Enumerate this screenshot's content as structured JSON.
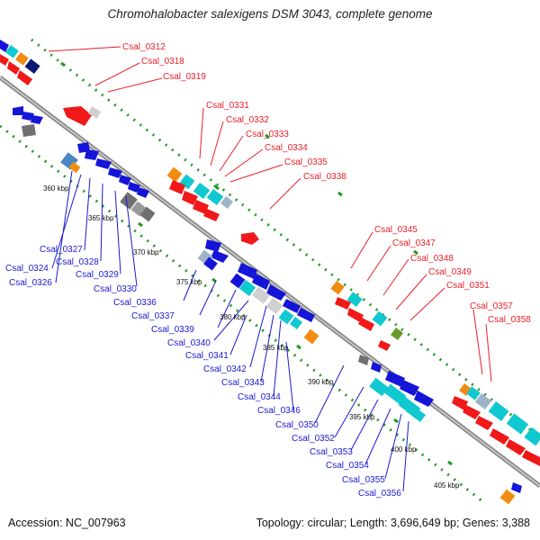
{
  "title": "Chromohalobacter salexigens DSM 3043, complete genome",
  "footer": {
    "accession": "Accession: NC_007963",
    "summary": "Topology: circular; Length: 3,696,649 bp; Genes: 3,388"
  },
  "ticks": [
    "360 kbp",
    "365 kbp",
    "370 kbp",
    "375 kbp",
    "380 kbp",
    "385 kbp",
    "390 kbp",
    "395 kbp",
    "400 kbp",
    "405 kbp"
  ],
  "forward_labels": [
    "Csal_0312",
    "Csal_0318",
    "Csal_0319",
    "Csal_0331",
    "Csal_0332",
    "Csal_0333",
    "Csal_0334",
    "Csal_0335",
    "Csal_0338",
    "Csal_0345",
    "Csal_0347",
    "Csal_0348",
    "Csal_0349",
    "Csal_0351",
    "Csal_0357",
    "Csal_0358"
  ],
  "reverse_labels": [
    "Csal_0327",
    "Csal_0328",
    "Csal_0324",
    "Csal_0329",
    "Csal_0326",
    "Csal_0330",
    "Csal_0336",
    "Csal_0337",
    "Csal_0339",
    "Csal_0340",
    "Csal_0341",
    "Csal_0342",
    "Csal_0343",
    "Csal_0344",
    "Csal_0346",
    "Csal_0350",
    "Csal_0352",
    "Csal_0353",
    "Csal_0354",
    "Csal_0355",
    "Csal_0356"
  ],
  "colors": {
    "forward_label": "#e8202a",
    "reverse_label": "#1a1ad0",
    "cds_forward": "#f01818",
    "cds_reverse": "#1515d8",
    "backbone": "#999999",
    "gc_dots": "#1f9a1f"
  }
}
